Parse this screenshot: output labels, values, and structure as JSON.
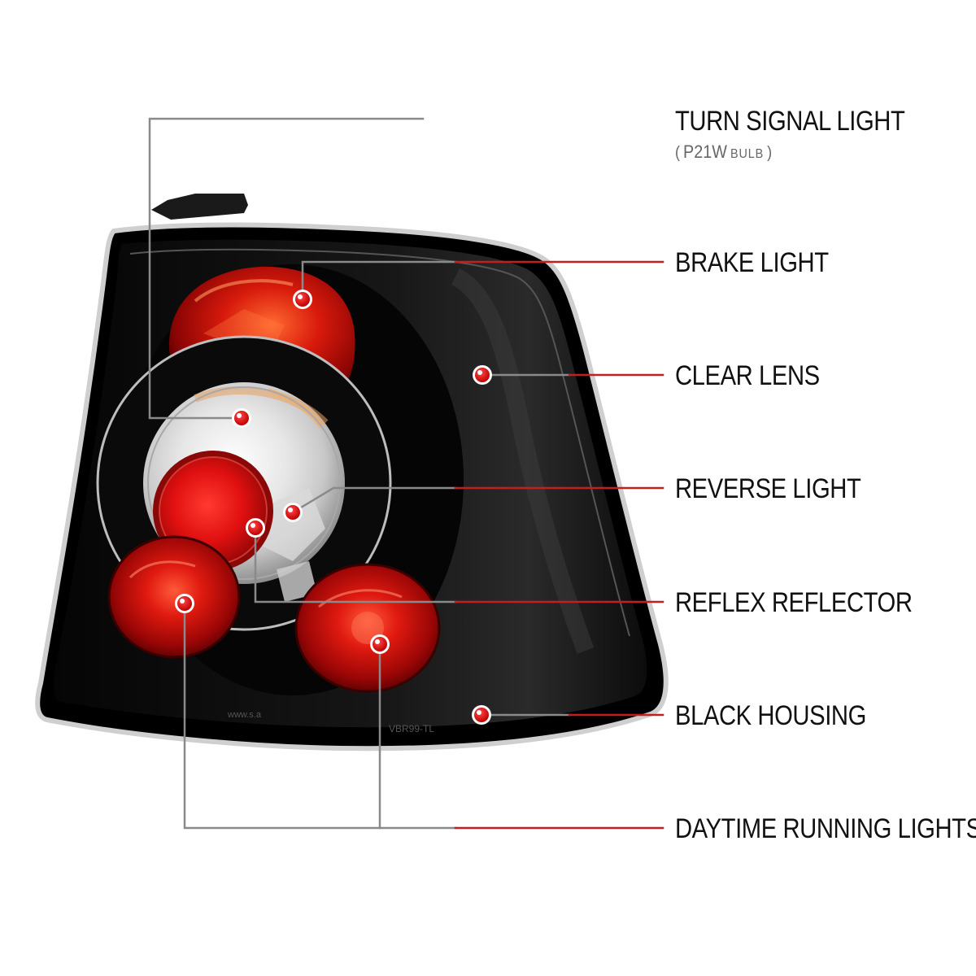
{
  "callouts": {
    "turn_signal": {
      "label": "TURN SIGNAL LIGHT",
      "note_open": "(",
      "note_main": "P21W",
      "note_bulb": "BULB",
      "note_close": ")"
    },
    "brake": {
      "label": "BRAKE LIGHT"
    },
    "clear_lens": {
      "label": "CLEAR LENS"
    },
    "reverse": {
      "label": "REVERSE LIGHT"
    },
    "reflex": {
      "label": "REFLEX REFLECTOR"
    },
    "housing": {
      "label": "BLACK HOUSING"
    },
    "drl": {
      "label": "DAYTIME RUNNING LIGHTS"
    }
  },
  "housing_stamps": {
    "bottom_left": "www.s.a",
    "bottom_mid": "VBR99-TL"
  },
  "colors": {
    "accent": "#c41e1e",
    "leader_gray": "#8a8a8a",
    "housing": "#0c0c0c",
    "lamp_red": "#c81010"
  }
}
